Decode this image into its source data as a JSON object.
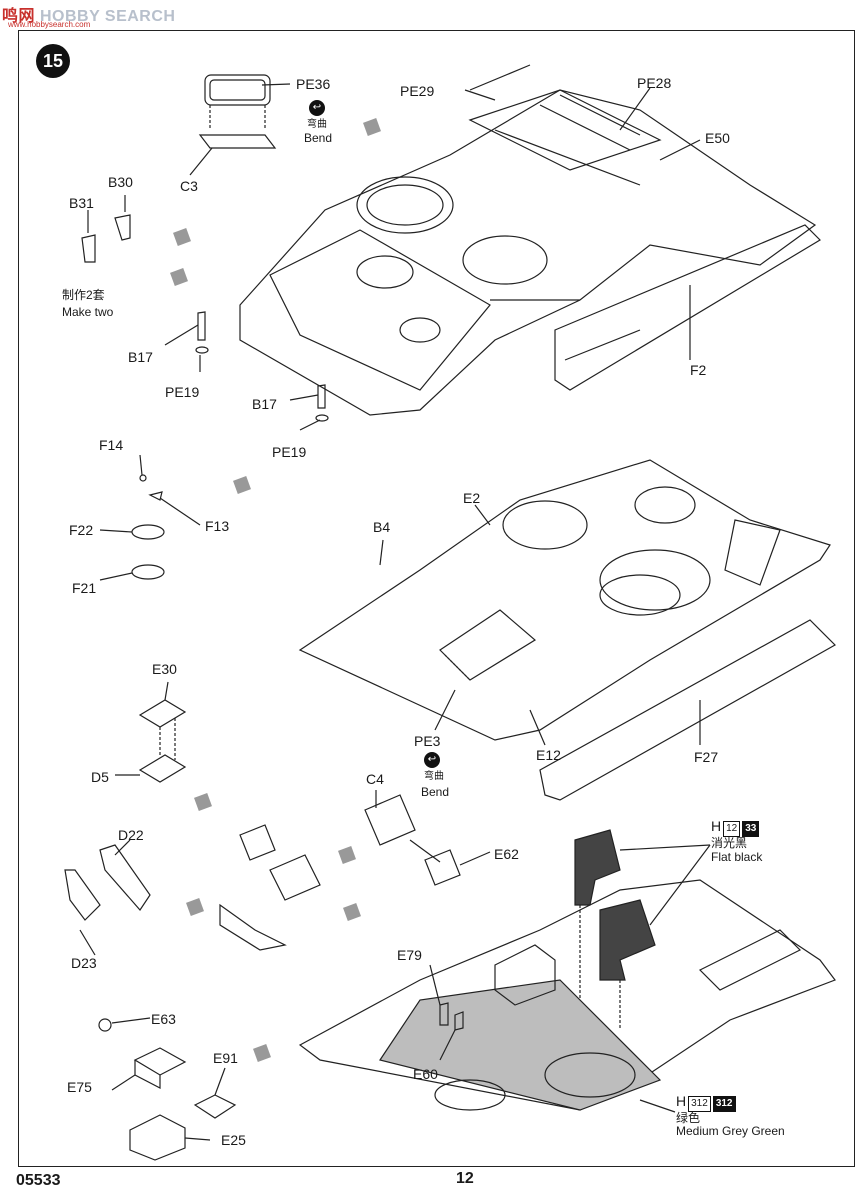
{
  "watermark": {
    "cn": "鸣网",
    "text": "HOBBY SEARCH",
    "url": "www.hobbysearch.com"
  },
  "step_number": "15",
  "labels": {
    "pe36": "PE36",
    "c3": "C3",
    "pe29": "PE29",
    "pe28": "PE28",
    "e50": "E50",
    "b30": "B30",
    "b31": "B31",
    "make_two_cn": "制作2套",
    "make_two": "Make two",
    "b17a": "B17",
    "pe19a": "PE19",
    "b17b": "B17",
    "pe19b": "PE19",
    "f2": "F2",
    "f14": "F14",
    "f13": "F13",
    "f22": "F22",
    "f21": "F21",
    "e2": "E2",
    "b4": "B4",
    "pe3": "PE3",
    "e12": "E12",
    "f27": "F27",
    "e30": "E30",
    "d5": "D5",
    "c4": "C4",
    "e62": "E62",
    "d22": "D22",
    "d23": "D23",
    "e79": "E79",
    "e60": "E60",
    "e63": "E63",
    "e75": "E75",
    "e91": "E91",
    "e25": "E25"
  },
  "bend_notes": [
    {
      "cn": "弯曲",
      "en": "Bend"
    },
    {
      "cn": "弯曲",
      "en": "Bend"
    }
  ],
  "paint_notes": {
    "flat_black": {
      "code": "H",
      "box1": "12",
      "box2": "33",
      "cn": "消光黑",
      "en": "Flat black"
    },
    "medium_grey_green": {
      "code": "H",
      "box1": "312",
      "box2": "312",
      "cn": "绿色",
      "en": "Medium Grey Green"
    }
  },
  "footer": {
    "kit_number": "05533",
    "page_number": "12"
  },
  "icons": [
    "bend-icon",
    "step-badge",
    "arrow-icon"
  ]
}
